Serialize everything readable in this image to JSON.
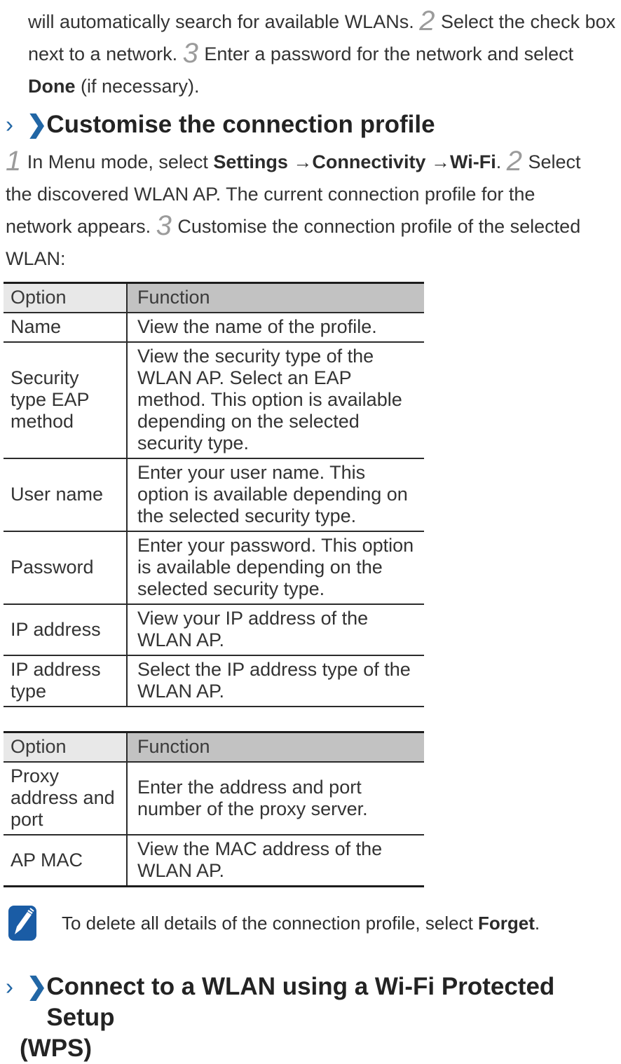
{
  "colors": {
    "accent_blue": "#2166a5",
    "note_icon_blue": "#1a5ca5",
    "header_option_bg": "#e8e8e8",
    "header_function_bg": "#c2c2c2",
    "step_number_gray": "#9b9b9b",
    "body_text": "#333333"
  },
  "intro": {
    "lines": [
      [
        {
          "t": "will automatically search for available WLANs. "
        },
        {
          "t": "2",
          "s": "num"
        },
        {
          "t": " Select the check box"
        }
      ],
      [
        {
          "t": "next to a network. "
        },
        {
          "t": "3",
          "s": "num"
        },
        {
          "t": " Enter a password for the network and select"
        }
      ],
      [
        {
          "t": "Done",
          "s": "b"
        },
        {
          "t": " (if necessary)."
        }
      ]
    ]
  },
  "section1": {
    "marker": "›",
    "arrow": "❯",
    "title": "Customise the connection profile",
    "body_lines": [
      [
        {
          "t": "1",
          "s": "num"
        },
        {
          "t": " In Menu mode, select "
        },
        {
          "t": "Settings",
          "s": "b"
        },
        {
          "t": " →"
        },
        {
          "t": "Connectivity",
          "s": "b"
        },
        {
          "t": " →"
        },
        {
          "t": "Wi-Fi",
          "s": "b"
        },
        {
          "t": ". "
        },
        {
          "t": "2",
          "s": "num"
        },
        {
          "t": " Select"
        }
      ],
      [
        {
          "t": "the discovered WLAN AP. The current connection profile for the"
        }
      ],
      [
        {
          "t": "network appears. "
        },
        {
          "t": "3",
          "s": "num"
        },
        {
          "t": " Customise the connection profile of the selected"
        }
      ],
      [
        {
          "t": "WLAN:"
        }
      ]
    ]
  },
  "table1": {
    "headers": {
      "option": "Option",
      "function": "Function"
    },
    "rows": [
      {
        "option": "Name",
        "function": "View the name of the profile."
      },
      {
        "option": "Security\ntype EAP\nmethod",
        "function": "View the security type of the\nWLAN AP. Select an EAP\nmethod. This option is available\ndepending on the selected\nsecurity type."
      },
      {
        "option": "User name",
        "function": "Enter your user name. This\noption is available depending on\nthe selected security type."
      },
      {
        "option": "Password",
        "function": "Enter your password. This option\nis available depending on the\nselected security type."
      },
      {
        "option": "IP address",
        "function": "View your IP address of the\nWLAN AP."
      },
      {
        "option": "IP address\ntype",
        "function": "Select the IP address type of the\nWLAN AP."
      }
    ]
  },
  "table2": {
    "headers": {
      "option": "Option",
      "function": "Function"
    },
    "rows": [
      {
        "option": "Proxy\naddress and\nport",
        "function": "Enter the address and port\nnumber of the proxy server."
      },
      {
        "option": "AP MAC",
        "function": "View the MAC address of the\nWLAN AP."
      }
    ]
  },
  "note": {
    "segments": [
      {
        "t": "To delete all details of the connection profile, select "
      },
      {
        "t": "Forget",
        "s": "b"
      },
      {
        "t": "."
      }
    ]
  },
  "section2": {
    "marker": "›",
    "arrow": "❯",
    "title_line1": "Connect to a WLAN using a Wi-Fi Protected Setup",
    "title_line2": "(WPS)"
  }
}
